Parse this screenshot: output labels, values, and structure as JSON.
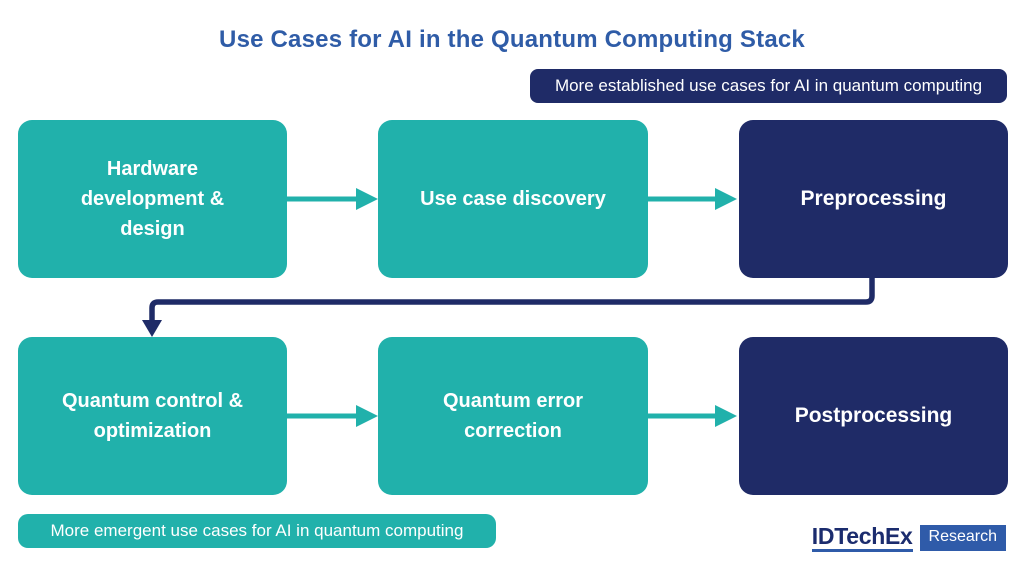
{
  "title": "Use Cases for AI in the Quantum Computing Stack",
  "badges": {
    "established": "More established use cases for AI in quantum computing",
    "emergent": "More emergent use cases for AI in quantum computing"
  },
  "boxes": [
    {
      "id": "hardware-development-design",
      "label": "Hardware\ndevelopment &\ndesign",
      "style": "teal"
    },
    {
      "id": "use-case-discovery",
      "label": "Use case discovery",
      "style": "teal"
    },
    {
      "id": "preprocessing",
      "label": "Preprocessing",
      "style": "navy"
    },
    {
      "id": "quantum-control-optimization",
      "label": "Quantum control &\noptimization",
      "style": "teal"
    },
    {
      "id": "quantum-error-correction",
      "label": "Quantum error\ncorrection",
      "style": "teal"
    },
    {
      "id": "postprocessing",
      "label": "Postprocessing",
      "style": "navy"
    }
  ],
  "flow": [
    {
      "from": "Hardware development & design",
      "to": "Use case discovery",
      "color": "teal"
    },
    {
      "from": "Use case discovery",
      "to": "Preprocessing",
      "color": "teal"
    },
    {
      "from": "Preprocessing",
      "to": "Quantum control & optimization",
      "color": "navy"
    },
    {
      "from": "Quantum control & optimization",
      "to": "Quantum error correction",
      "color": "teal"
    },
    {
      "from": "Quantum error correction",
      "to": "Postprocessing",
      "color": "teal"
    }
  ],
  "logo": {
    "brand": "IDTechEx",
    "suffix": "Research"
  },
  "colors": {
    "teal": "#21B1AB",
    "navy": "#1F2B67",
    "title_blue": "#2F5CA7",
    "logo_blue": "#2F5BA9",
    "logo_navy": "#1B2C6E",
    "background": "#FFFFFF",
    "box_text": "#FFFFFF"
  }
}
